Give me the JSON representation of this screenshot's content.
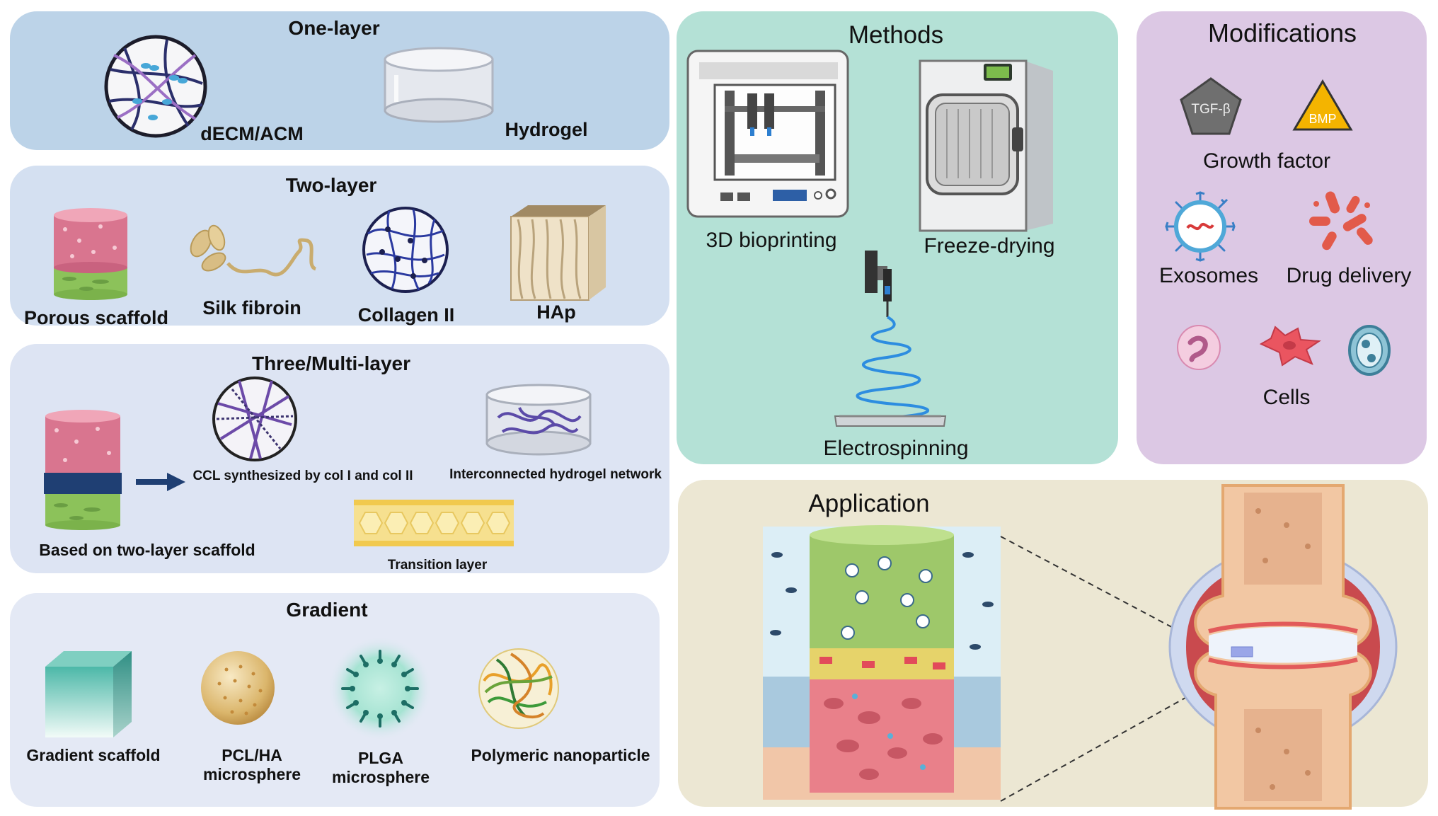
{
  "panels": {
    "one_layer": {
      "title": "One-layer",
      "items": [
        "dECM/ACM",
        "Hydrogel"
      ]
    },
    "two_layer": {
      "title": "Two-layer",
      "items": [
        "Porous scaffold",
        "Silk fibroin",
        "Collagen II",
        "HAp"
      ]
    },
    "three_layer": {
      "title": "Three/Multi-layer",
      "items": [
        "Based on two-layer scaffold",
        "CCL synthesized by col I and col II",
        "Interconnected hydrogel network",
        "Transition layer"
      ]
    },
    "gradient": {
      "title": "Gradient",
      "items": [
        "Gradient scaffold",
        "PCL/HA",
        "microsphere",
        "PLGA",
        "microsphere",
        "Polymeric nanoparticle"
      ]
    },
    "methods": {
      "title": "Methods",
      "items": [
        "3D bioprinting",
        "Freeze-drying",
        "Electrospinning"
      ]
    },
    "modifications": {
      "title": "Modifications",
      "items": [
        "Growth factor",
        "Exosomes",
        "Drug delivery",
        "Cells"
      ],
      "icon_text": [
        "TGF-β",
        "BMP"
      ]
    },
    "application": {
      "title": "Application"
    }
  },
  "colors": {
    "one_layer_bg": "#bcd3e8",
    "two_layer_bg": "#d4e0f1",
    "three_layer_bg": "#dde4f3",
    "gradient_bg": "#e4e9f5",
    "methods_bg": "#b4e1d6",
    "modifications_bg": "#dcc8e4",
    "application_bg": "#ece7d3",
    "cartilage_pink": "#d9758f",
    "bone_green": "#8cc25a",
    "navy": "#1f3f73"
  },
  "icons": [
    "decm-fiber-icon",
    "hydrogel-dish-icon",
    "porous-scaffold-icon",
    "silk-fibroin-icon",
    "collagen-network-icon",
    "hap-block-icon",
    "trilayer-scaffold-icon",
    "arrow-icon",
    "ccl-fiber-icon",
    "hydrogel-network-icon",
    "transition-layer-icon",
    "gradient-cube-icon",
    "pcl-sphere-icon",
    "plga-sphere-icon",
    "nanoparticle-icon",
    "bioprinter-icon",
    "freeze-dryer-icon",
    "electrospinning-icon",
    "tgf-pentagon-icon",
    "bmp-triangle-icon",
    "exosome-icon",
    "drug-delivery-icon",
    "cell-icon",
    "scaffold-implant-icon",
    "knee-joint-icon"
  ]
}
